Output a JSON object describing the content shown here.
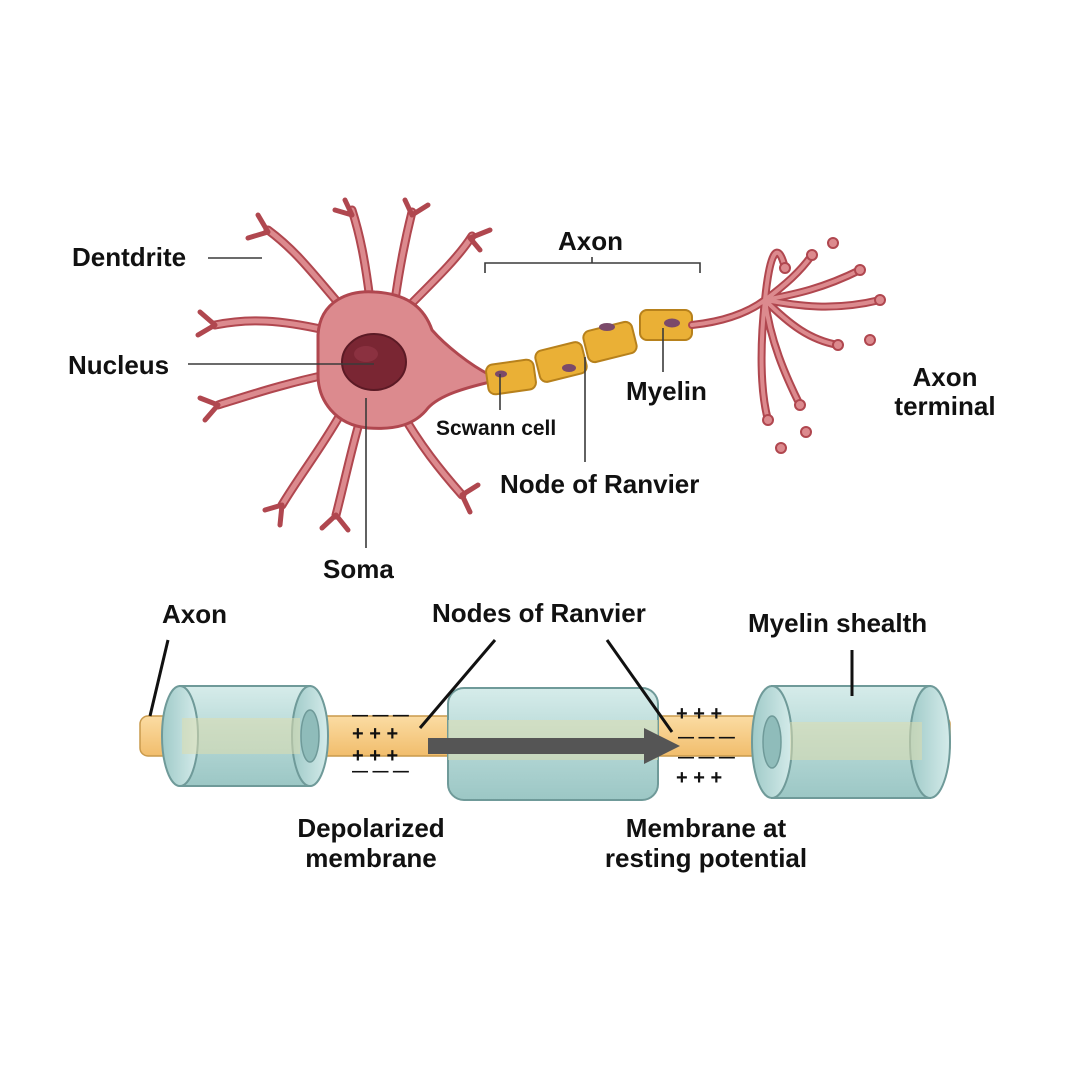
{
  "neuron": {
    "labels": {
      "dendrite": "Dentdrite",
      "nucleus": "Nucleus",
      "soma": "Soma",
      "axon": "Axon",
      "schwann_cell": "Scwann cell",
      "node_of_ranvier": "Node of Ranvier",
      "myelin": "Myelin",
      "axon_terminal_line1": "Axon",
      "axon_terminal_line2": "terminal"
    }
  },
  "conduction": {
    "labels": {
      "axon": "Axon",
      "nodes_of_ranvier": "Nodes of Ranvier",
      "myelin_sheath": "Myelin shealth",
      "depolarized_line1": "Depolarized",
      "depolarized_line2": "membrane",
      "resting_line1": "Membrane at",
      "resting_line2": "resting potential"
    },
    "charges": {
      "plus_row": "+ + +",
      "minus_row": "— — —"
    }
  },
  "colors": {
    "neuron_body": "#dc8a8e",
    "neuron_outline": "#b0474f",
    "nucleus": "#7a2633",
    "myelin_cell": "#eab036",
    "axon_core": "#f7cf86",
    "sheath": "#bfdedc",
    "arrow": "#555555"
  }
}
